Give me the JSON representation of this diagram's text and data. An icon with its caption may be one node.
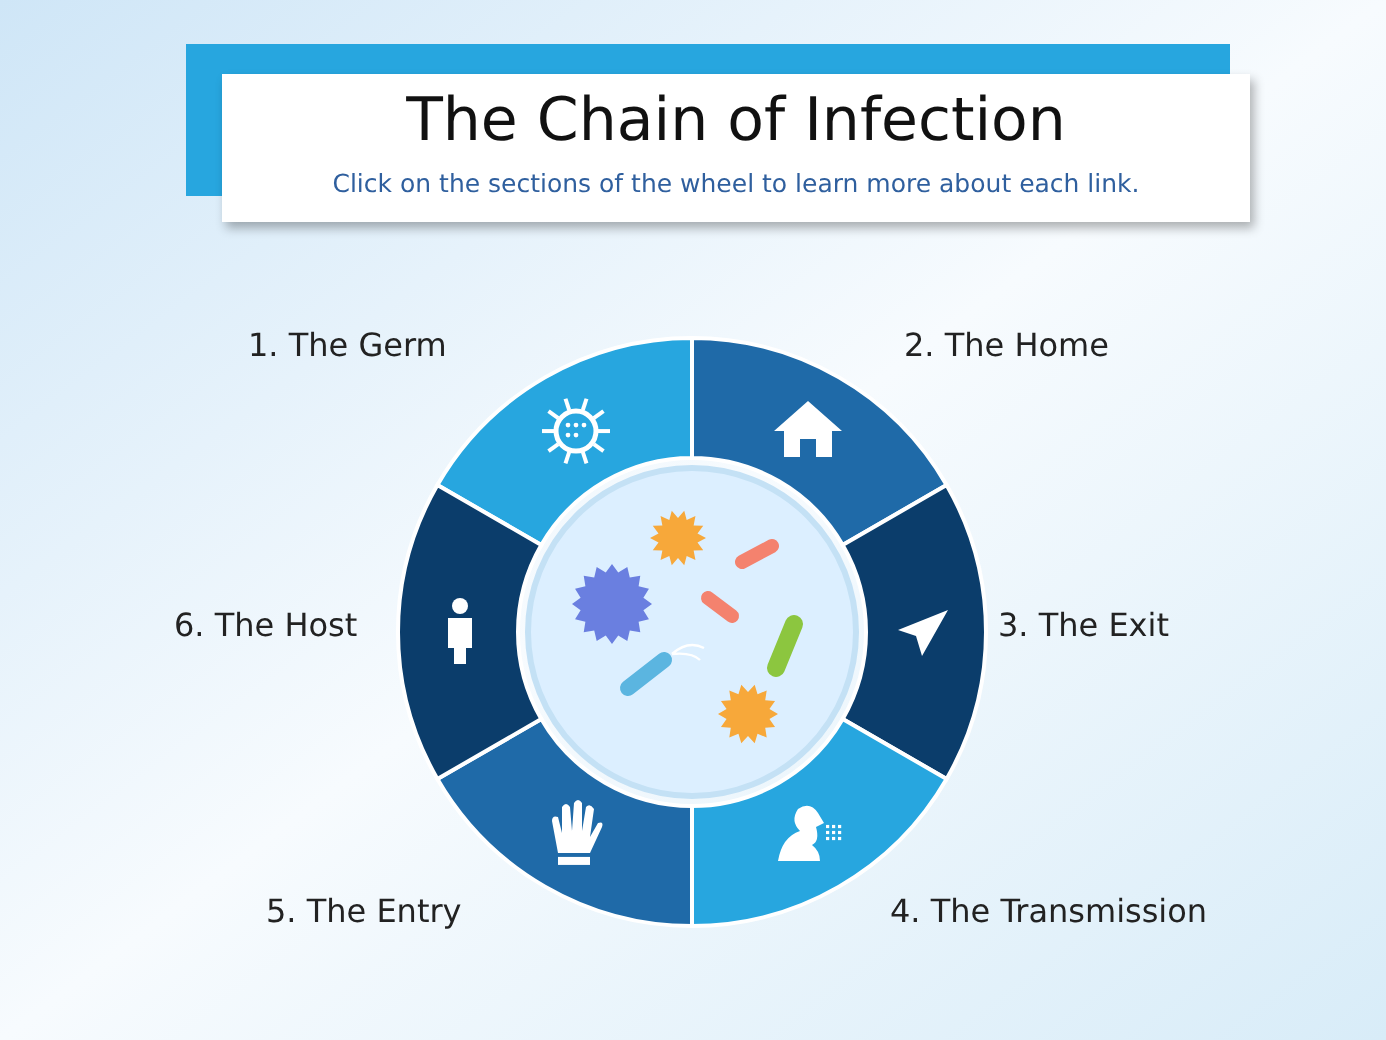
{
  "diagram": {
    "title": "The Chain of Infection",
    "nodes": [
      {
        "text": [
          "1. The Germ"
        ]
      },
      {
        "text": [
          "2. The Home"
        ]
      },
      {
        "text": [
          "3. The Exit"
        ]
      },
      {
        "text": [
          "4. The Transmission"
        ]
      },
      {
        "text": [
          "5. The Entry"
        ]
      },
      {
        "text": [
          "6. The Host"
        ]
      }
    ],
    "labels": [
      "Click on the sections of the wheel to learn more about each link."
    ]
  }
}
